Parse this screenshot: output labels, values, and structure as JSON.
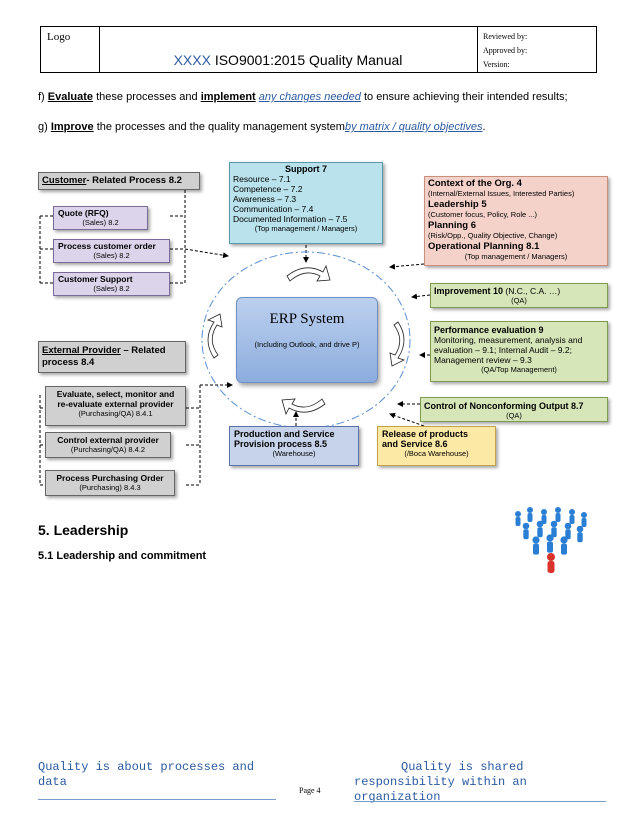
{
  "header": {
    "logo": "Logo",
    "company": "XXXX",
    "title": "ISO9001:2015 Quality Manual",
    "reviewed_by": "Reviewed by:",
    "approved_by": "Approved by:",
    "version": "Version:"
  },
  "paragraphs": {
    "f_prefix": "f)",
    "f_evaluate": "Evaluate",
    "f_mid": "these processes and",
    "f_implement": "implement",
    "f_link": "any changes needed",
    "f_end": "to ensure achieving their intended results;",
    "g_prefix": "g)",
    "g_improve": "Improve",
    "g_mid": "the processes and the quality management system",
    "g_link": "by matrix / quality objectives",
    "g_end": "."
  },
  "diagram": {
    "customer": {
      "title_a": "Customer",
      "title_b": "- Related Process 8.2",
      "quote": "Quote (RFQ)",
      "quote_sub": "(Sales) 8.2",
      "order": "Process customer order",
      "order_sub": "(Sales) 8.2",
      "support": "Customer Support",
      "support_sub": "(Sales) 8.2"
    },
    "support7": {
      "title": "Support 7",
      "l1": "Resource – 7.1",
      "l2": "Competence – 7.2",
      "l3": "Awareness – 7.3",
      "l4": "Communication – 7.4",
      "l5": "Documented Information – 7.5",
      "sub": "(Top management / Managers)"
    },
    "context": {
      "title": "Context of the Org. 4",
      "t_sub": "(Internal/External Issues, Interested Parties)",
      "lead": "Leadership 5",
      "lead_sub": "(Customer focus, Policy, Role ...)",
      "plan": "Planning 6",
      "plan_sub": "(Risk/Opp., Quality Objective, Change)",
      "op": "Operational Planning 8.1",
      "op_sub": "(Top management / Managers)"
    },
    "improvement": {
      "title": "Improvement 10",
      "extra": "(N.C., C.A. …)",
      "sub": "(QA)"
    },
    "performance": {
      "title": "Performance evaluation 9",
      "l1": "Monitoring, measurement, analysis and",
      "l2": "evaluation – 9.1; Internal Audit – 9.2;",
      "l3": "Management review – 9.3",
      "sub": "(QA/Top Management)"
    },
    "nonconforming": {
      "title": "Control of Nonconforming Output 8.7",
      "sub": "(QA)"
    },
    "erp": {
      "title": "ERP System",
      "sub": "(Including Outlook, and drive P)"
    },
    "external": {
      "title_a": "External Provider",
      "title_b": "– Related process 8.4",
      "eval_l1": "Evaluate, select, monitor and",
      "eval_l2": "re-evaluate external provider",
      "eval_sub": "(Purchasing/QA) 8.4.1",
      "control": "Control external provider",
      "control_sub": "(Purchasing/QA) 8.4.2",
      "po": "Process Purchasing Order",
      "po_sub": "(Purchasing) 8.4.3"
    },
    "production": {
      "l1": "Production and Service",
      "l2": "Provision process 8.5",
      "sub": "(Warehouse)"
    },
    "release": {
      "l1": "Release of products",
      "l2": "and Service 8.6",
      "sub": "(/Boca Warehouse)"
    }
  },
  "sections": {
    "h5": "5. Leadership",
    "h51": "5.1 Leadership and commitment"
  },
  "footer": {
    "left_l1": "Quality is about processes and",
    "left_l2": "data",
    "page": "Page 4",
    "right_l1": "Quality is shared",
    "right_l2": "responsibility within an",
    "right_l3": "organization"
  }
}
